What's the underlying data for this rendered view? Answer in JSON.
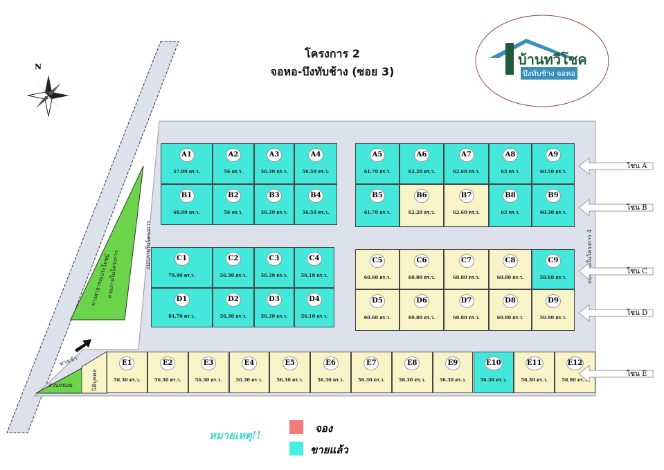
{
  "header": {
    "title_line1": "โครงการ 2",
    "title_line2": "จอหอ-บึงทับช้าง (ซอย 3)"
  },
  "logo": {
    "name": "บ้านทวีโชค",
    "subtitle": "บึงทับช้าง จอหอ"
  },
  "compass": {
    "label": "N"
  },
  "labels": {
    "public_road": "ทางสาธารณประโยชน์",
    "internal_road_1": "ถนนภายในโครงการ",
    "internal_road_2": "ถนนภายในโครงการ 4",
    "green_area": "สวนภายในโครงการ",
    "entrance": "ทางเข้า",
    "park": "สวนหย่อม",
    "juristic": "นิติบุคคล"
  },
  "zones": [
    "โซน A",
    "โซน B",
    "โซน C",
    "โซน D",
    "โซน E"
  ],
  "legend": {
    "title": "หมายเหตุ!!",
    "items": [
      {
        "label": "จอง",
        "color": "#f47a7a"
      },
      {
        "label": "ขายแล้ว",
        "color": "#44efe0"
      }
    ]
  },
  "colors": {
    "sold": "#44e8da",
    "available": "#f8f4c8",
    "site": "#dde1ec",
    "green": "#6cd44a"
  },
  "plots": [
    {
      "code": "A1",
      "area": "57.90 ตร.ว.",
      "status": "sold"
    },
    {
      "code": "A2",
      "area": "56 ตร.ว.",
      "status": "sold"
    },
    {
      "code": "A3",
      "area": "56.30 ตร.ว.",
      "status": "sold"
    },
    {
      "code": "A4",
      "area": "56.50 ตร.ว.",
      "status": "sold"
    },
    {
      "code": "B1",
      "area": "68.90 ตร.ว.",
      "status": "sold"
    },
    {
      "code": "B2",
      "area": "56 ตร.ว.",
      "status": "sold"
    },
    {
      "code": "B3",
      "area": "56.30 ตร.ว.",
      "status": "sold"
    },
    {
      "code": "B4",
      "area": "56.50 ตร.ว.",
      "status": "sold"
    },
    {
      "code": "A5",
      "area": "61.70 ตร.ว.",
      "status": "sold"
    },
    {
      "code": "A6",
      "area": "62.20 ตร.ว.",
      "status": "sold"
    },
    {
      "code": "A7",
      "area": "62.60 ตร.ว.",
      "status": "sold"
    },
    {
      "code": "A8",
      "area": "63 ตร.ว.",
      "status": "sold"
    },
    {
      "code": "A9",
      "area": "60.50 ตร.ว.",
      "status": "sold"
    },
    {
      "code": "B5",
      "area": "61.70 ตร.ว.",
      "status": "sold"
    },
    {
      "code": "B6",
      "area": "62.20 ตร.ว.",
      "status": "available"
    },
    {
      "code": "B7",
      "area": "62.60 ตร.ว.",
      "status": "available"
    },
    {
      "code": "B8",
      "area": "63 ตร.ว.",
      "status": "sold"
    },
    {
      "code": "B9",
      "area": "60.30 ตร.ว.",
      "status": "sold"
    },
    {
      "code": "C1",
      "area": "79.40 ตร.ว.",
      "status": "sold"
    },
    {
      "code": "C2",
      "area": "56.30 ตร.ว.",
      "status": "sold"
    },
    {
      "code": "C3",
      "area": "56.30 ตร.ว.",
      "status": "sold"
    },
    {
      "code": "C4",
      "area": "56.10 ตร.ว.",
      "status": "sold"
    },
    {
      "code": "D1",
      "area": "84.70 ตร.ว.",
      "status": "sold"
    },
    {
      "code": "D2",
      "area": "56.30 ตร.ว.",
      "status": "sold"
    },
    {
      "code": "D3",
      "area": "56.30 ตร.ว.",
      "status": "sold"
    },
    {
      "code": "D4",
      "area": "56.10 ตร.ว.",
      "status": "sold"
    },
    {
      "code": "C5",
      "area": "60.60 ตร.ว.",
      "status": "available"
    },
    {
      "code": "C6",
      "area": "60.80 ตร.ว.",
      "status": "available"
    },
    {
      "code": "C7",
      "area": "60.80 ตร.ว.",
      "status": "available"
    },
    {
      "code": "C8",
      "area": "60.80 ตร.ว.",
      "status": "available"
    },
    {
      "code": "C9",
      "area": "58.60 ตร.ว.",
      "status": "sold"
    },
    {
      "code": "D5",
      "area": "60.60 ตร.ว.",
      "status": "available"
    },
    {
      "code": "D6",
      "area": "60.80 ตร.ว.",
      "status": "available"
    },
    {
      "code": "D7",
      "area": "60.80 ตร.ว.",
      "status": "available"
    },
    {
      "code": "D8",
      "area": "60.80 ตร.ว.",
      "status": "available"
    },
    {
      "code": "D9",
      "area": "59.90 ตร.ว.",
      "status": "available"
    },
    {
      "code": "E1",
      "area": "56.30 ตร.ว.",
      "status": "available"
    },
    {
      "code": "E2",
      "area": "56.30 ตร.ว.",
      "status": "available"
    },
    {
      "code": "E3",
      "area": "56.30 ตร.ว.",
      "status": "available"
    },
    {
      "code": "E4",
      "area": "56.30 ตร.ว.",
      "status": "available"
    },
    {
      "code": "E5",
      "area": "56.30 ตร.ว.",
      "status": "available"
    },
    {
      "code": "E6",
      "area": "56.30 ตร.ว.",
      "status": "available"
    },
    {
      "code": "E7",
      "area": "56.30 ตร.ว.",
      "status": "available"
    },
    {
      "code": "E8",
      "area": "56.30 ตร.ว.",
      "status": "available"
    },
    {
      "code": "E9",
      "area": "56.30 ตร.ว.",
      "status": "available"
    },
    {
      "code": "E10",
      "area": "56.30 ตร.ว.",
      "status": "sold"
    },
    {
      "code": "E11",
      "area": "56.30 ตร.ว.",
      "status": "available"
    },
    {
      "code": "E12",
      "area": "56.90 ตร.ว.",
      "status": "available"
    }
  ]
}
